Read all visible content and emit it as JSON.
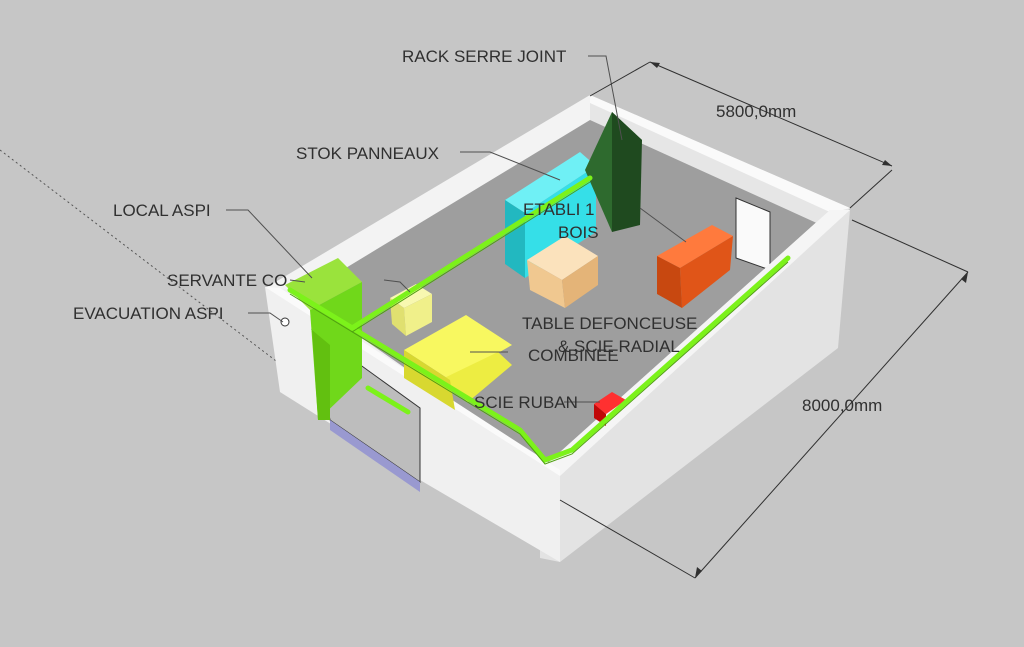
{
  "labels": {
    "rack": "RACK SERRE JOINT",
    "stok": "STOK PANNEAUX",
    "local_aspi": "LOCAL ASPI",
    "servante": "SERVANTE CO",
    "evacuation": "EVACUATION ASPI",
    "etabli_1": "ETABLI 1",
    "etabli_2": "BOIS",
    "table_1": "TABLE DEFONCEUSE",
    "table_2": "& SCIE RADIAL",
    "combinee": "COMBINEE",
    "scie_ruban": "SCIE RUBAN"
  },
  "dimensions": {
    "width": "5800,0mm",
    "length": "8000,0mm"
  },
  "colors": {
    "background": "#c6c6c6",
    "floor": "#9e9e9e",
    "wall": "#efefef",
    "duct": "#7cf21a",
    "aspi": "#70d81a",
    "stok": "#35dfe8",
    "rack": "#275227",
    "etabli": "#e05518",
    "table": "#f6d2a0",
    "combinee": "#f2f252",
    "servante": "#f0f08a",
    "scie_ruban": "#e01010"
  }
}
